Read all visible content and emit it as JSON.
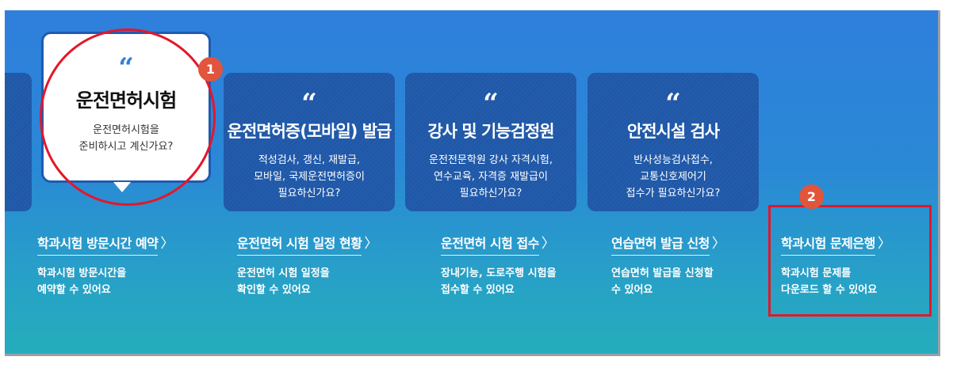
{
  "cards": [
    {
      "title": "운전면허증(모바일) 발급",
      "desc": "적성검사, 갱신, 재발급,\n모바일, 국제운전면허증이\n필요하신가요?"
    },
    {
      "title": "강사 및 기능검정원",
      "desc": "운전전문학원 강사 자격시험,\n연수교육, 자격증 재발급이\n필요하신가요?"
    },
    {
      "title": "안전시설 검사",
      "desc": "반사성능검사접수,\n교통신호제어기\n접수가 필요하신가요?"
    }
  ],
  "featured": {
    "title": "운전면허시험",
    "desc": "운전면허시험을\n준비하시고 계신가요?"
  },
  "quote_glyph": "“",
  "chevron_glyph": "〉",
  "links": [
    {
      "label": "학과시험 방문시간 예약",
      "desc": "학과시험 방문시간을\n예약할 수 있어요"
    },
    {
      "label": "운전면허 시험 일정 현황",
      "desc": "운전면허 시험 일정을\n확인할 수 있어요"
    },
    {
      "label": "운전면허 시험 접수",
      "desc": "장내기능, 도로주행 시험을\n접수할 수 있어요"
    },
    {
      "label": "연습면허 발급 신청",
      "desc": "연습면허 발급을 신청할\n수 있어요"
    },
    {
      "label": "학과시험 문제은행",
      "desc": "학과시험 문제를\n다운로드 할 수 있어요"
    }
  ],
  "markers": [
    "1",
    "2"
  ],
  "colors": {
    "background_top": "#2f7fdc",
    "background_bottom": "#25adbb",
    "card": "#1f58a8",
    "highlight": "#e4162a",
    "marker": "#e1553c"
  }
}
